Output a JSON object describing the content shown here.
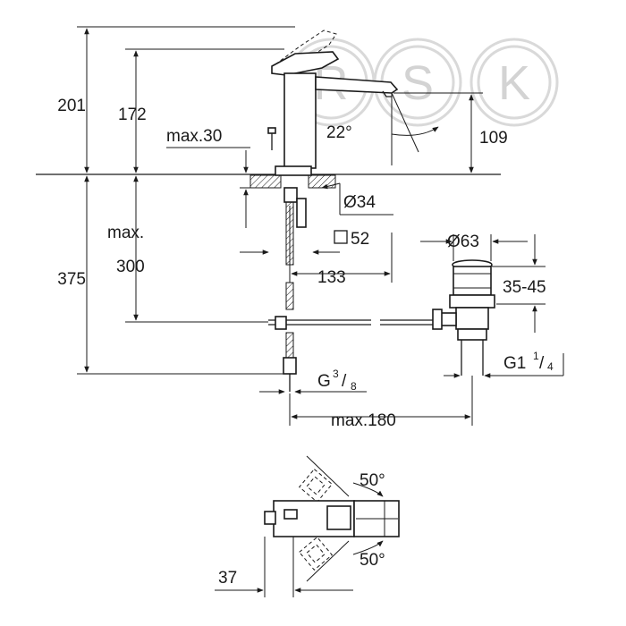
{
  "watermark": {
    "letters": [
      "R",
      "S",
      "K"
    ]
  },
  "dimensions": {
    "total_height_above": "201",
    "spout_height": "172",
    "max_thickness": "max.30",
    "spout_angle": "22°",
    "spout_reach": "109",
    "hole_diameter": "Ø34",
    "base_square": "52",
    "max_label": "max.",
    "total_height_below": "375",
    "hose_length": "300",
    "reach_133": "133",
    "drain_diameter": "Ø63",
    "drain_height": "35-45",
    "drain_thread_base": "G1",
    "drain_thread_num": "1",
    "drain_thread_den": "4",
    "hose_thread_base": "G",
    "hose_thread_num": "3",
    "hose_thread_den": "8",
    "max_reach": "max.180",
    "lever_angle_top": "50°",
    "lever_angle_bottom": "50°",
    "plan_offset": "37"
  }
}
